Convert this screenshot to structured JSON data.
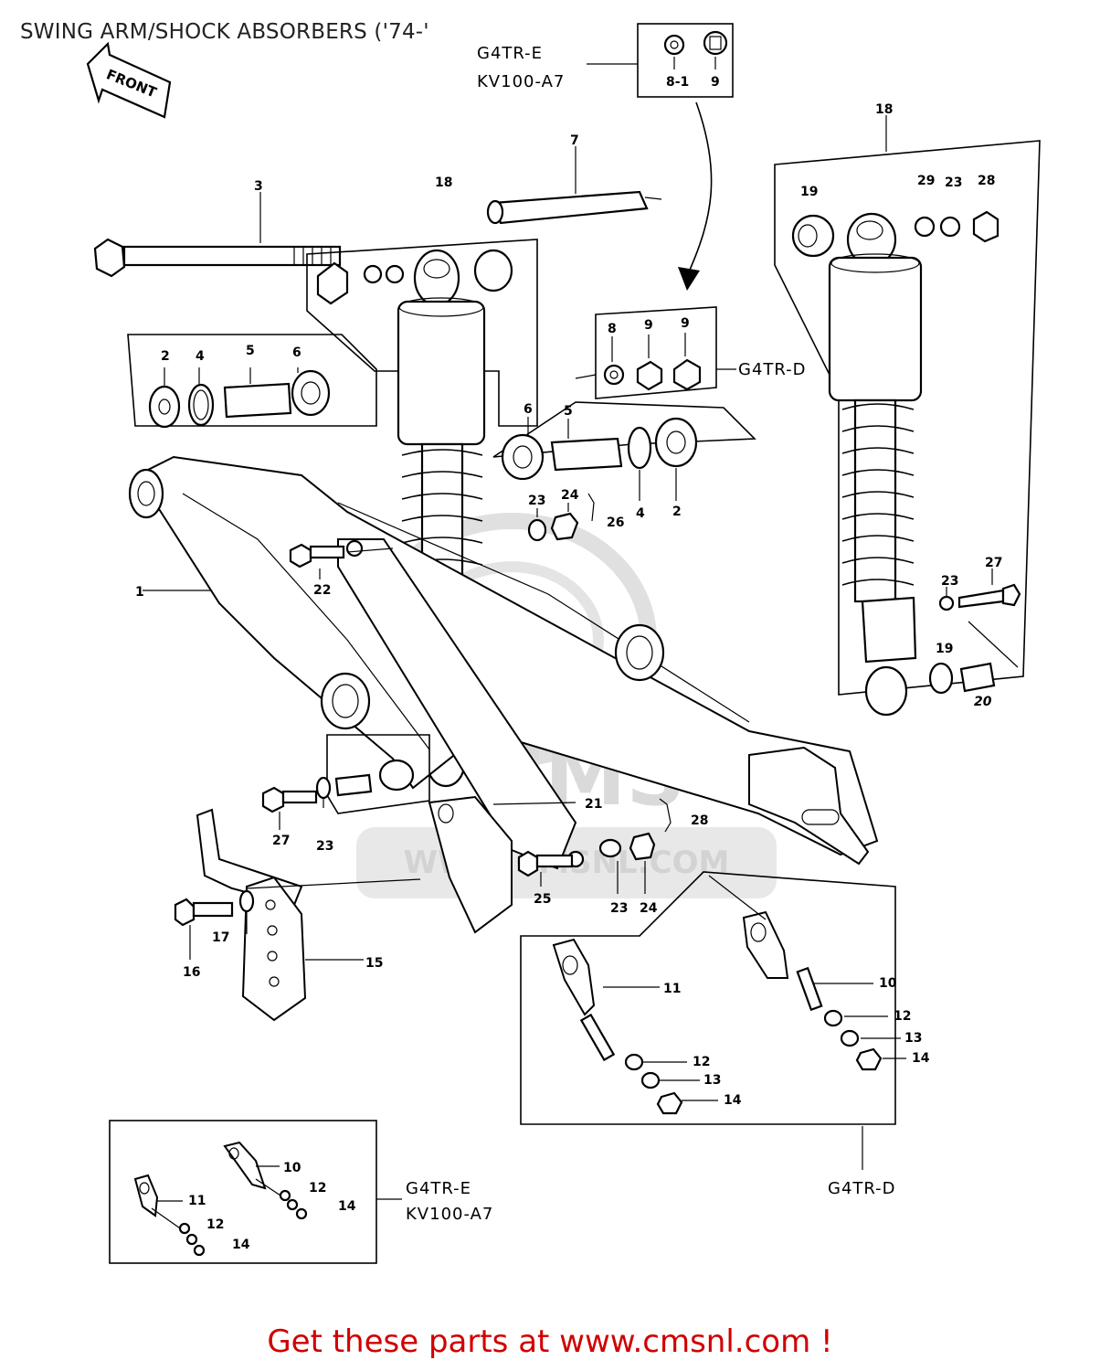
{
  "title": "SWING ARM/SHOCK ABSORBERS ('74-'",
  "footer": "Get these parts at www.cmsnl.com !",
  "front_label": "FRONT",
  "watermark": {
    "brand": "CMS",
    "site": "WWW.CMSNL.COM"
  },
  "models": {
    "a": "G4TR-E",
    "b": "KV100-A7",
    "c": "G4TR-D"
  },
  "callouts": {
    "n1": "1",
    "n2": "2",
    "n3": "3",
    "n4": "4",
    "n5": "5",
    "n6": "6",
    "n7": "7",
    "n8": "8",
    "n8_1": "8-1",
    "n9": "9",
    "n10": "10",
    "n11": "11",
    "n12": "12",
    "n13": "13",
    "n14": "14",
    "n15": "15",
    "n16": "16",
    "n17": "17",
    "n18": "18",
    "n19": "19",
    "n20": "20",
    "n21": "21",
    "n22": "22",
    "n23": "23",
    "n24": "24",
    "n25": "25",
    "n26": "26",
    "n27": "27",
    "n28": "28",
    "n29": "29"
  },
  "colors": {
    "ink": "#000000",
    "footer": "#d00000",
    "watermark": "#d8d8d8",
    "paper": "#ffffff"
  }
}
